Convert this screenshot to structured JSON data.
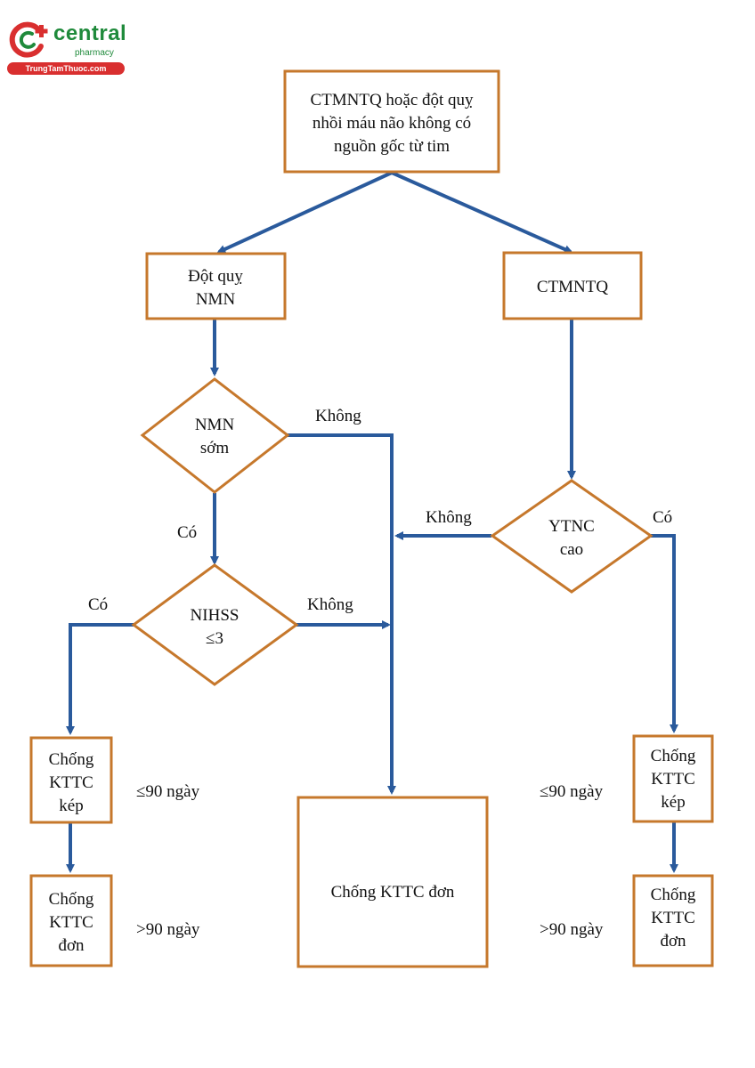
{
  "logo": {
    "name": "central",
    "subtitle": "pharmacy",
    "url": "TrungTamThuoc.com",
    "colors": {
      "green": "#1f8a3b",
      "red": "#d92f2f"
    }
  },
  "colors": {
    "box_border": "#c6782c",
    "arrow": "#2a5a9c"
  },
  "nodes": {
    "root": [
      "CTMNTQ hoặc đột quỵ",
      "nhồi máu não không có",
      "nguồn gốc từ tim"
    ],
    "stroke": [
      "Đột quỵ",
      "NMN"
    ],
    "ctmntq": [
      "CTMNTQ"
    ],
    "early": [
      "NMN",
      "sớm"
    ],
    "nihss": [
      "NIHSS",
      "≤3"
    ],
    "ytnc": [
      "YTNC",
      "cao"
    ],
    "dual_left": [
      "Chống",
      "KTTC",
      "kép"
    ],
    "single_left": [
      "Chống",
      "KTTC",
      "đơn"
    ],
    "single_center": [
      "Chống KTTC đơn"
    ],
    "dual_right": [
      "Chống",
      "KTTC",
      "kép"
    ],
    "single_right": [
      "Chống",
      "KTTC",
      "đơn"
    ]
  },
  "edge_labels": {
    "early_no": "Không",
    "early_yes": "Có",
    "nihss_yes": "Có",
    "nihss_no": "Không",
    "ytnc_no": "Không",
    "ytnc_yes": "Có"
  },
  "durations": {
    "left_short": "≤90 ngày",
    "left_long": ">90 ngày",
    "right_short": "≤90 ngày",
    "right_long": ">90 ngày"
  }
}
